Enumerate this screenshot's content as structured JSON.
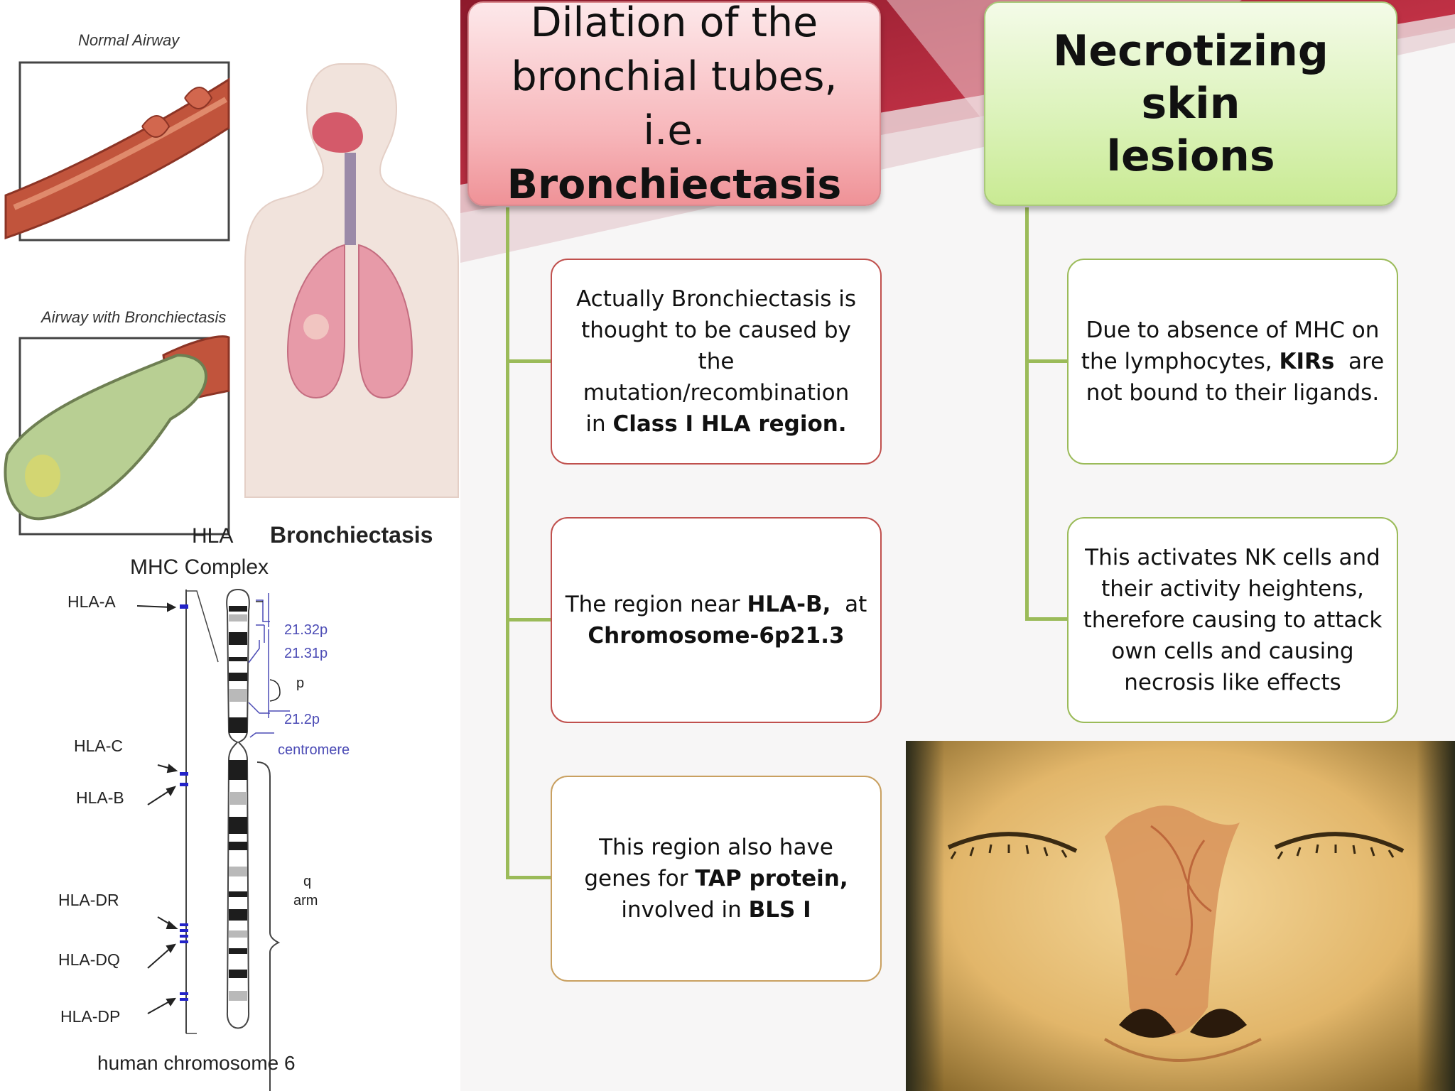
{
  "bronchiectasis_illustration": {
    "normal_caption": "Normal Airway",
    "diseased_caption": "Airway with Bronchiectasis",
    "title": "Bronchiectasis"
  },
  "chromosome_diagram": {
    "title_line1": "HLA",
    "title_line2": "MHC Complex",
    "genes": [
      "HLA-A",
      "HLA-C",
      "HLA-B",
      "HLA-DR",
      "HLA-DQ",
      "HLA-DP"
    ],
    "band_labels": [
      "21.32p",
      "21.31p",
      "p",
      "21.2p",
      "centromere",
      "q",
      "arm"
    ],
    "caption": "human chromosome 6"
  },
  "left_column": {
    "heading": {
      "line1": "Dilation of the",
      "line2": "bronchial tubes,",
      "line3_prefix": "i.e. ",
      "line3_bold": "Bronchiectasis"
    },
    "items": [
      {
        "line1": "Actually Bronchiectasis is",
        "line2": "thought to be caused by",
        "line3": "the",
        "line4": "mutation/recombination",
        "line5_prefix": "in ",
        "line5_bold": "Class I HLA region."
      },
      {
        "line1_prefix": "The region near ",
        "line1_bold": "HLA-B,",
        "line1_suffix": "  at",
        "line2_bold": "Chromosome-6p21.3"
      },
      {
        "line1": "This region also have",
        "line2_prefix": "genes for ",
        "line2_bold": "TAP protein,",
        "line3_prefix": "involved in ",
        "line3_bold": "BLS I"
      }
    ]
  },
  "right_column": {
    "heading": {
      "line1": "Necrotizing skin",
      "line2": "lesions"
    },
    "items": [
      {
        "line1": "Due to absence of MHC on",
        "line2_prefix": "the lymphocytes, ",
        "line2_bold": "KIRs",
        "line2_suffix": "  are",
        "line3": "not bound to their ligands."
      },
      {
        "line1": "This activates NK cells and",
        "line2": "their activity heightens,",
        "line3": "therefore causing to attack",
        "line4": "own cells and causing",
        "line5": "necrosis like effects"
      }
    ]
  },
  "colors": {
    "red_accent": "#c0504d",
    "green_accent": "#9bbb59",
    "banner": "#b3283c"
  }
}
